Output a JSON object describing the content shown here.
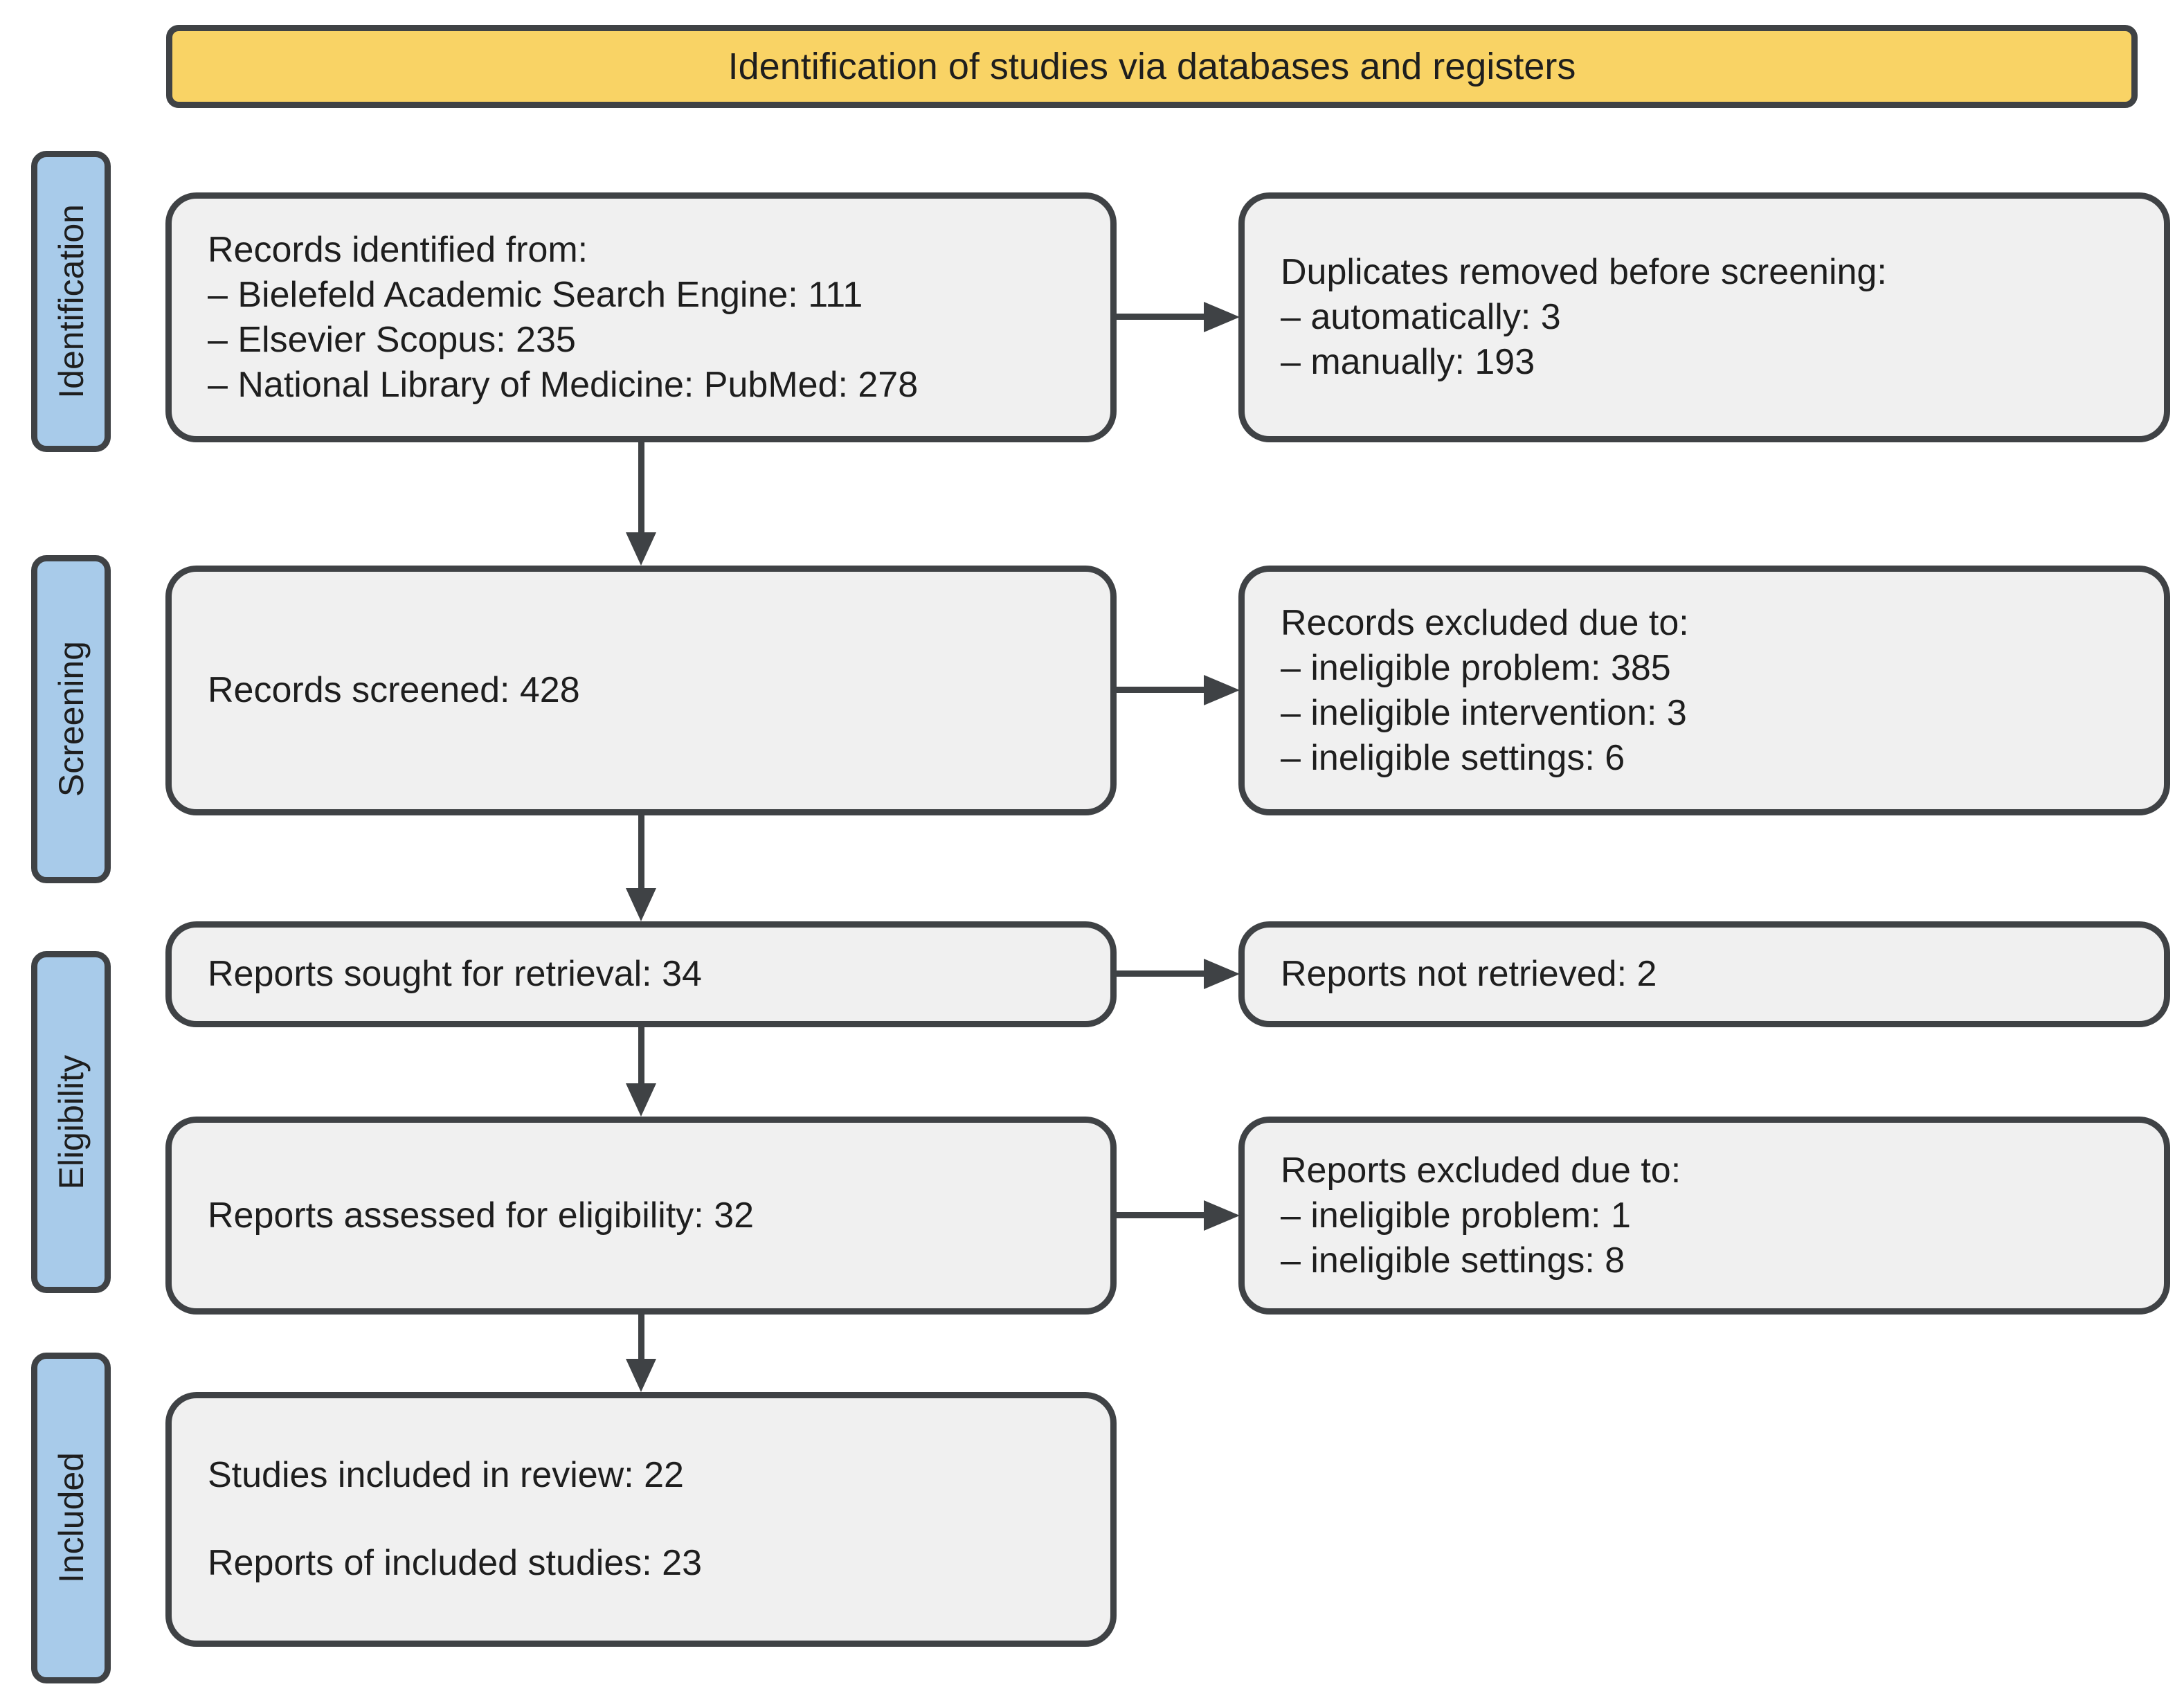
{
  "banner": {
    "title": "Identification of studies via databases and registers"
  },
  "stages": [
    {
      "label": "Identification"
    },
    {
      "label": "Screening"
    },
    {
      "label": "Eligibility"
    },
    {
      "label": "Included"
    }
  ],
  "boxes": {
    "records_identified": {
      "lines": [
        "Records identified from:",
        "– Bielefeld Academic Search Engine: 111",
        "– Elsevier Scopus: 235",
        "– National Library of Medicine: PubMed: 278"
      ]
    },
    "duplicates_removed": {
      "lines": [
        "Duplicates removed before screening:",
        "– automatically: 3",
        "– manually: 193"
      ]
    },
    "records_screened": {
      "lines": [
        "Records screened: 428"
      ]
    },
    "records_excluded": {
      "lines": [
        "Records excluded due to:",
        "– ineligible problem: 385",
        "– ineligible intervention: 3",
        "– ineligible settings: 6"
      ]
    },
    "reports_sought": {
      "lines": [
        "Reports sought for retrieval: 34"
      ]
    },
    "reports_not_retrieved": {
      "lines": [
        "Reports not retrieved: 2"
      ]
    },
    "reports_assessed": {
      "lines": [
        "Reports assessed for eligibility: 32"
      ]
    },
    "reports_excluded": {
      "lines": [
        "Reports excluded due to:",
        "– ineligible problem: 1",
        "– ineligible settings: 8"
      ]
    },
    "studies_included": {
      "lines": [
        "Studies included in review: 22",
        "Reports of included studies: 23"
      ]
    }
  },
  "colors": {
    "banner_fill": "#F9D365",
    "stage_fill": "#A8CBEA",
    "box_fill": "#F0F0F0",
    "outline": "#3F4245",
    "text": "#1E1E1E"
  }
}
